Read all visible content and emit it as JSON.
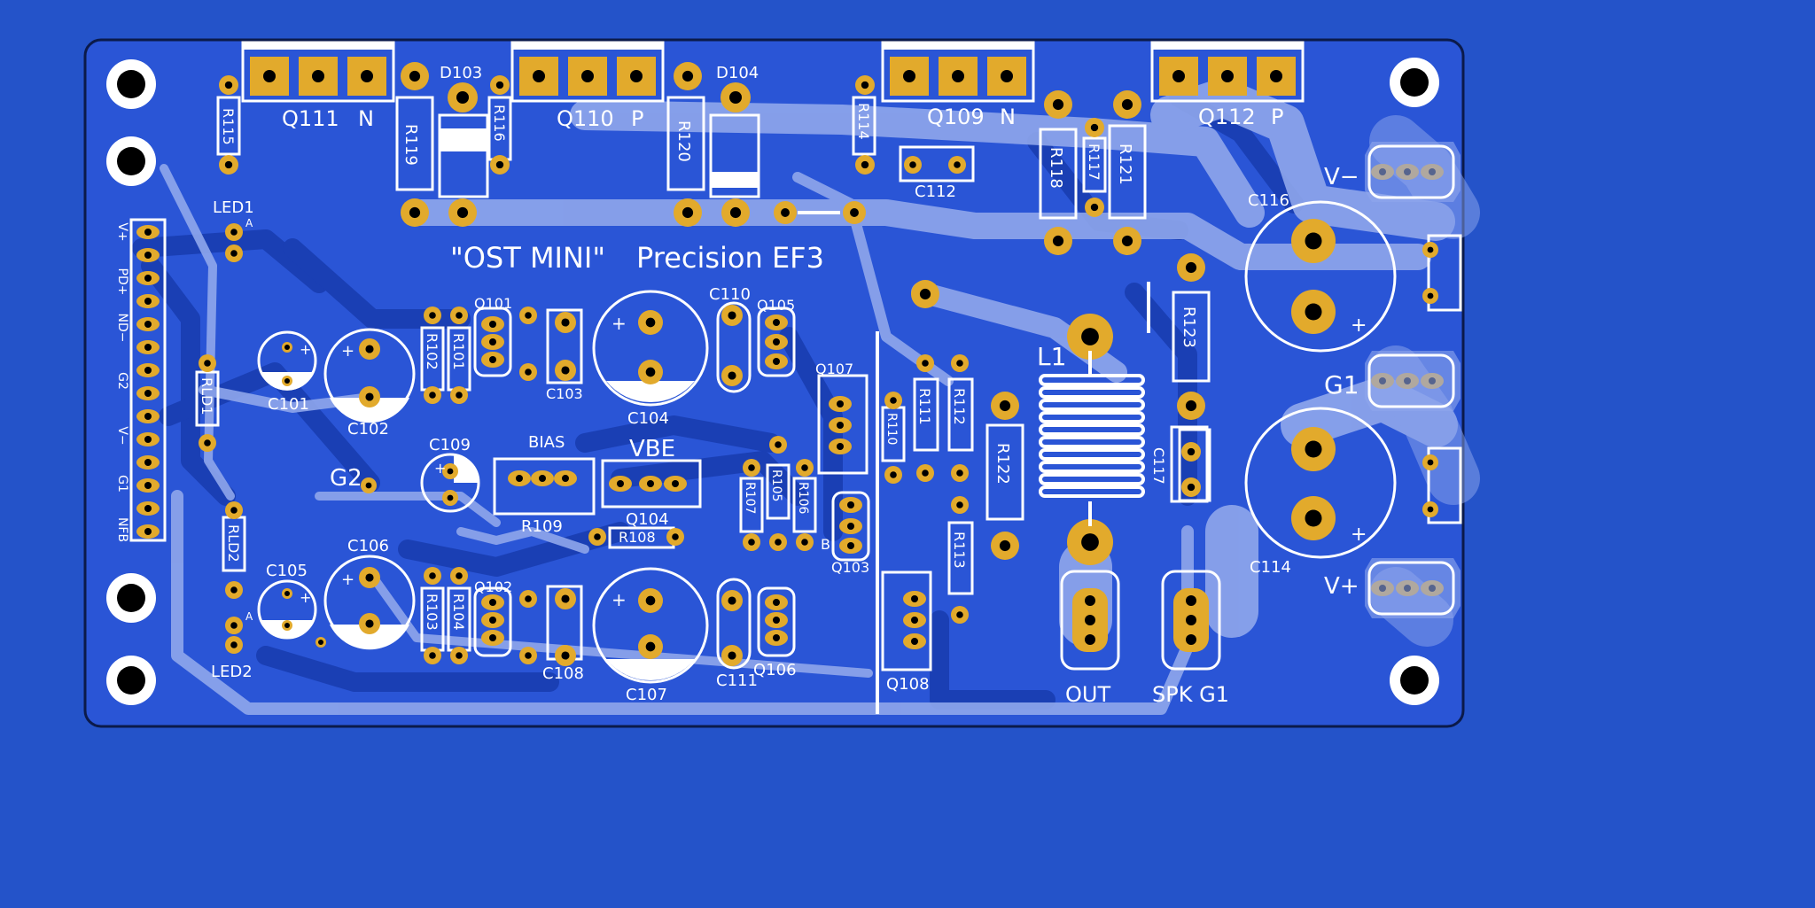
{
  "colors": {
    "background": "#2453c9",
    "board": "#2a55d6",
    "copper_trace": "#1a3fb4",
    "fill_trace": "#8fa7ec",
    "pad": "#e2aa2c",
    "silk": "#ffffff"
  },
  "board": {
    "title": "\"OST MINI\"",
    "subtitle": "Precision EF3"
  },
  "header": {
    "labels": [
      "V+",
      "PD+",
      "ND−",
      "G2",
      "V−",
      "G1",
      "NFB"
    ]
  },
  "transistors": {
    "q111": {
      "ref": "Q111",
      "type": "N"
    },
    "q110": {
      "ref": "Q110",
      "type": "P"
    },
    "q109": {
      "ref": "Q109",
      "type": "N"
    },
    "q112": {
      "ref": "Q112",
      "type": "P"
    }
  },
  "labels": {
    "d103": "D103",
    "d104": "D104",
    "r115": "R115",
    "r119": "R119",
    "r116": "R116",
    "r120": "R120",
    "r114": "R114",
    "r118": "R118",
    "r117": "R117",
    "r121": "R121",
    "c112": "C112",
    "c116": "C116",
    "led1": "LED1",
    "led2": "LED2",
    "anode": "A",
    "c101": "C101",
    "c102": "C102",
    "r102": "R102",
    "r101": "R101",
    "q101": "Q101",
    "c103": "C103",
    "c104": "C104",
    "c110": "C110",
    "q105": "Q105",
    "q107": "Q107",
    "r110": "R110",
    "r111": "R111",
    "r112": "R112",
    "r122": "R122",
    "l1": "L1",
    "r123": "R123",
    "g1": "G1",
    "c117": "C117",
    "c114": "C114",
    "v_minus": "V−",
    "v_plus": "V+",
    "rld1": "RLD1",
    "rld2": "RLD2",
    "g2": "G2",
    "c109": "C109",
    "bias": "BIAS",
    "r109": "R109",
    "vbe": "VBE",
    "q104": "Q104",
    "r108": "R108",
    "r107": "R107",
    "r105": "R105",
    "r106": "R106",
    "b": "B",
    "q103": "Q103",
    "r113": "R113",
    "c105": "C105",
    "c106": "C106",
    "r103": "R103",
    "r104": "R104",
    "q102": "Q102",
    "c108": "C108",
    "c107": "C107",
    "c111": "C111",
    "q106": "Q106",
    "q108": "Q108",
    "out": "OUT",
    "spk_g1": "SPK G1",
    "plus": "+"
  }
}
